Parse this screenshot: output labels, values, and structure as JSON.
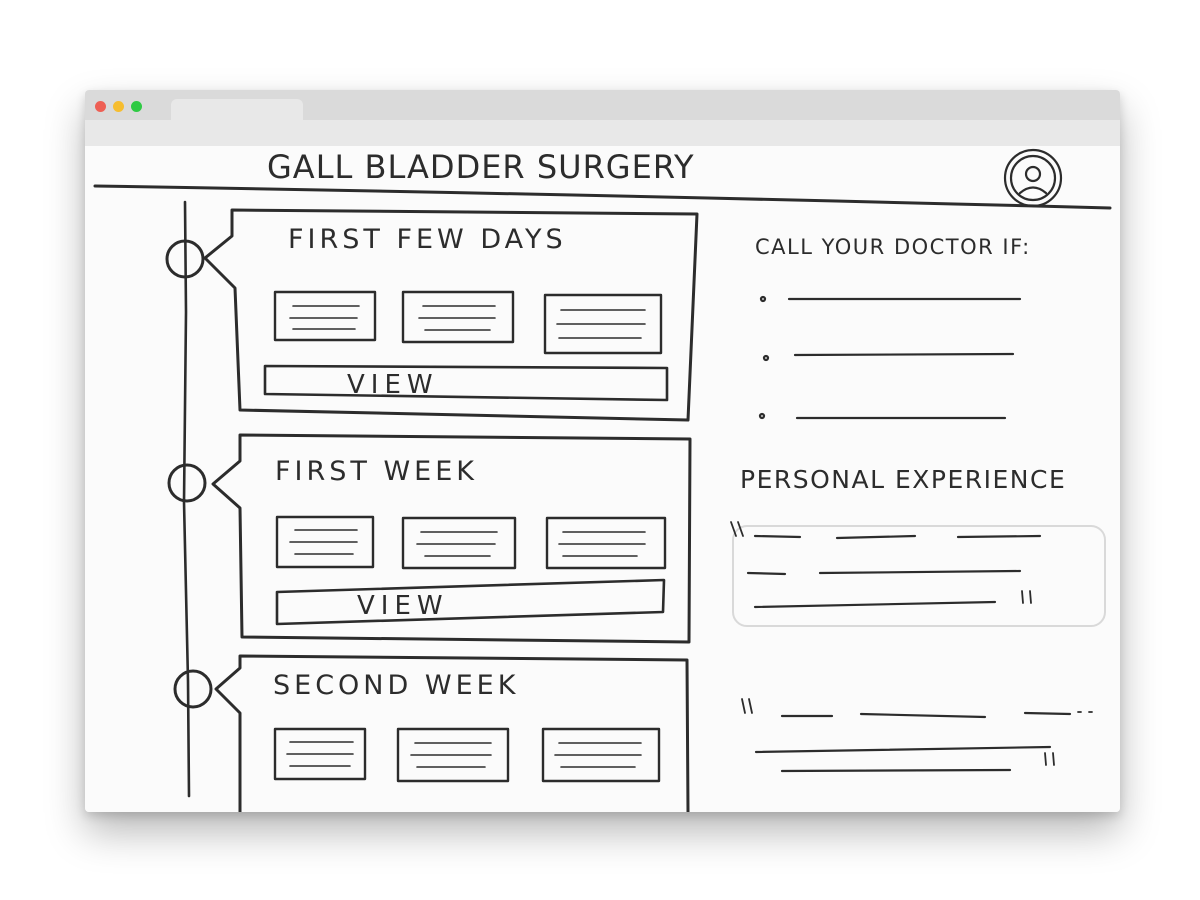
{
  "window": {
    "controls": [
      "close-dot",
      "minimize-dot",
      "maximize-dot"
    ]
  },
  "header": {
    "title": "GALL BLADDER SURGERY",
    "avatar_icon": "profile-icon"
  },
  "timeline": {
    "cards": [
      {
        "title": "FIRST FEW DAYS",
        "button": "VIEW"
      },
      {
        "title": "FIRST WEEK",
        "button": "VIEW"
      },
      {
        "title": "SECOND WEEK"
      }
    ]
  },
  "sidebar": {
    "call_doctor": {
      "heading": "CALL YOUR DOCTOR IF:"
    },
    "personal_experience": {
      "heading": "PERSONAL EXPERIENCE"
    }
  },
  "colors": {
    "pencil": "#2c2c2c",
    "paper": "#fbfbfb"
  }
}
